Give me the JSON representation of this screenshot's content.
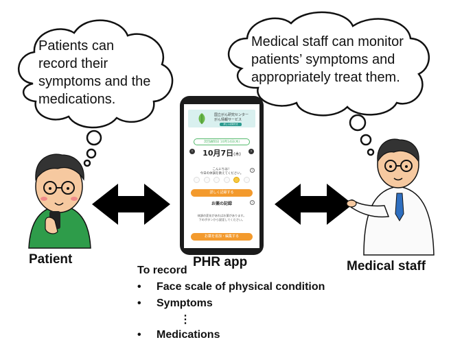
{
  "bubbles": {
    "patient_text": "Patients can\nrecord their\nsymptoms and the\nmedications.",
    "staff_text": "Medical staff can monitor\npatients’ symptoms and\nappropriately treat them."
  },
  "labels": {
    "patient": "Patient",
    "app": "PHR app",
    "staff": "Medical staff"
  },
  "record_list": {
    "heading": "To record",
    "bullet": "•",
    "items": [
      "Face scale of physical condition",
      "Symptoms",
      "Medications"
    ],
    "ellipsis": "⋮"
  },
  "phone_screen": {
    "banner_line1": "国立がん研究センター",
    "banner_line2": "がん情報サービス",
    "banner_tag": "詳しい記録方法",
    "period": "次回通院日 10月14日(木)",
    "date": "10月7日",
    "date_suffix": "(木)",
    "prev": "‹",
    "next": "›",
    "greeting_1": "こんにちは！",
    "greeting_2": "今日の体調を教えてください。",
    "record_button": "詳しく記録する",
    "section_title": "お薬の記録",
    "note_1": "体調の変化があればお薬があります。",
    "note_2": "下のボタンから設定してください。",
    "med_button": "お薬を追加・編集する",
    "help": "?"
  },
  "colors": {
    "accent_orange": "#f39a2d",
    "accent_green": "#52b86a",
    "arrow": "#000000"
  }
}
